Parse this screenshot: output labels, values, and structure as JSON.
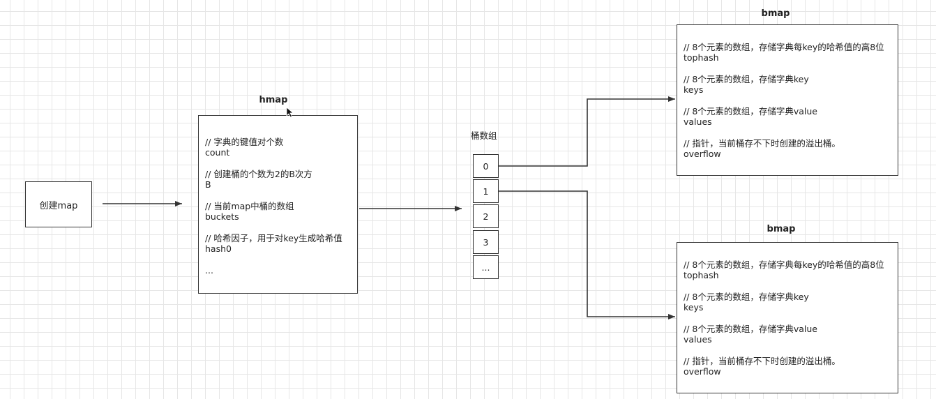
{
  "create_label": "创建map",
  "hmap": {
    "title": "hmap",
    "fields": [
      {
        "comment": "// 字典的键值对个数",
        "name": "count"
      },
      {
        "comment": "// 创建桶的个数为2的B次方",
        "name": "B"
      },
      {
        "comment": "// 当前map中桶的数组",
        "name": "buckets"
      },
      {
        "comment": "// 哈希因子，用于对key生成哈希值",
        "name": "hash0"
      }
    ],
    "ellipsis": "..."
  },
  "bucket_array": {
    "title": "桶数组",
    "cells": [
      "0",
      "1",
      "2",
      "3",
      "..."
    ]
  },
  "bmaps": [
    {
      "title": "bmap",
      "fields": [
        {
          "comment": "// 8个元素的数组，存储字典每key的哈希值的高8位",
          "name": "tophash"
        },
        {
          "comment": "// 8个元素的数组，存储字典key",
          "name": "keys"
        },
        {
          "comment": "// 8个元素的数组，存储字典value",
          "name": "values"
        },
        {
          "comment": "// 指针，当前桶存不下时创建的溢出桶。",
          "name": "overflow"
        }
      ]
    },
    {
      "title": "bmap",
      "fields": [
        {
          "comment": "// 8个元素的数组，存储字典每key的哈希值的高8位",
          "name": "tophash"
        },
        {
          "comment": "// 8个元素的数组，存储字典key",
          "name": "keys"
        },
        {
          "comment": "// 8个元素的数组，存储字典value",
          "name": "values"
        },
        {
          "comment": "// 指针，当前桶存不下时创建的溢出桶。",
          "name": "overflow"
        }
      ]
    }
  ],
  "colors": {
    "line": "#333333",
    "grid": "#e6e6e6"
  }
}
